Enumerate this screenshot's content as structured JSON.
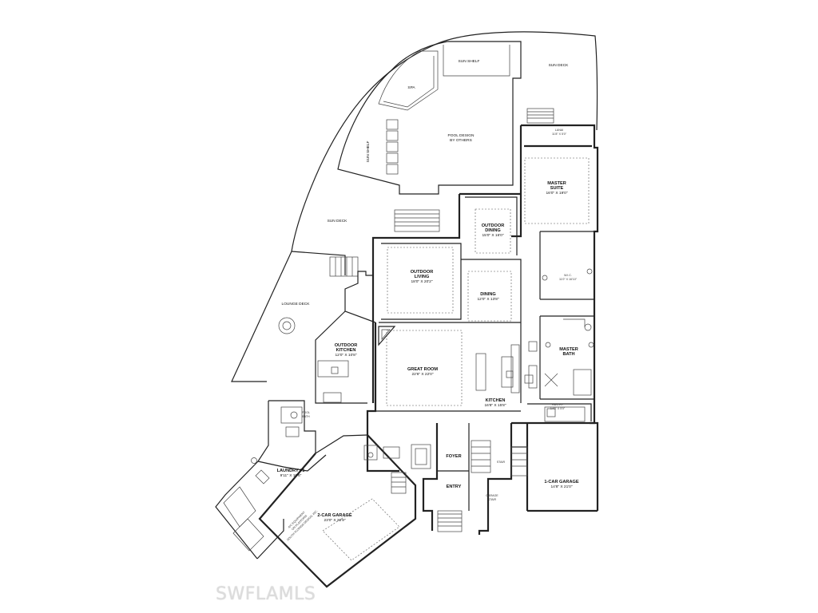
{
  "watermark": "SWFLAMLS",
  "rooms": {
    "sun_shelf_top": "SUN SHELF",
    "sun_deck_right": "SUN DECK",
    "spa": "SPA",
    "pool": [
      "POOL DESIGN",
      "BY OTHERS"
    ],
    "sun_shelf_left": "SUN SHELF",
    "sun_deck_left": "SUN DECK",
    "lounge_deck": "LOUNGE DECK",
    "lanai": [
      "LANAI",
      "11'8\" X 5'0\""
    ],
    "master_suite": [
      "MASTER",
      "SUITE",
      "16'0\" X 19'0\""
    ],
    "outdoor_dining": [
      "OUTDOOR",
      "DINING",
      "15'0\" X 16'0\""
    ],
    "outdoor_living": [
      "OUTDOOR",
      "LIVING",
      "18'0\" X 20'2\""
    ],
    "dining": [
      "DINING",
      "12'0\" X 13'8\""
    ],
    "walkin_closet": [
      "W.I.C.",
      "11'0\" X 16'10\""
    ],
    "outdoor_kitchen": [
      "OUTDOOR",
      "KITCHEN",
      "12'0\" X 10'8\""
    ],
    "great_room": [
      "GREAT ROOM",
      "22'6\" X 22'0\""
    ],
    "master_bath": [
      "MASTER",
      "BATH"
    ],
    "kitchen": [
      "KITCHEN",
      "16'8\" X 15'8\""
    ],
    "pantry": [
      "PANTRY",
      "14'0\" X 5'0\""
    ],
    "pool_bath": [
      "POOL",
      "BATH"
    ],
    "laundry": [
      "LAUNDRY #1",
      "9'11\" X 10'6\""
    ],
    "foyer": "FOYER",
    "entry": "ENTRY",
    "stair": "STAIR",
    "one_car_garage": [
      "1-CAR GARAGE",
      "14'8\" X 21'0\""
    ],
    "two_car_garage": [
      "2-CAR GARAGE",
      "23'0\" X 22'9\""
    ],
    "garage_stair": [
      "GARAGE",
      "STAIR"
    ],
    "garage_note": [
      "A/C EQUIPMENT",
      "ON PLATFORM",
      "SOUTH FLORIDA DESIGN, INC."
    ]
  }
}
